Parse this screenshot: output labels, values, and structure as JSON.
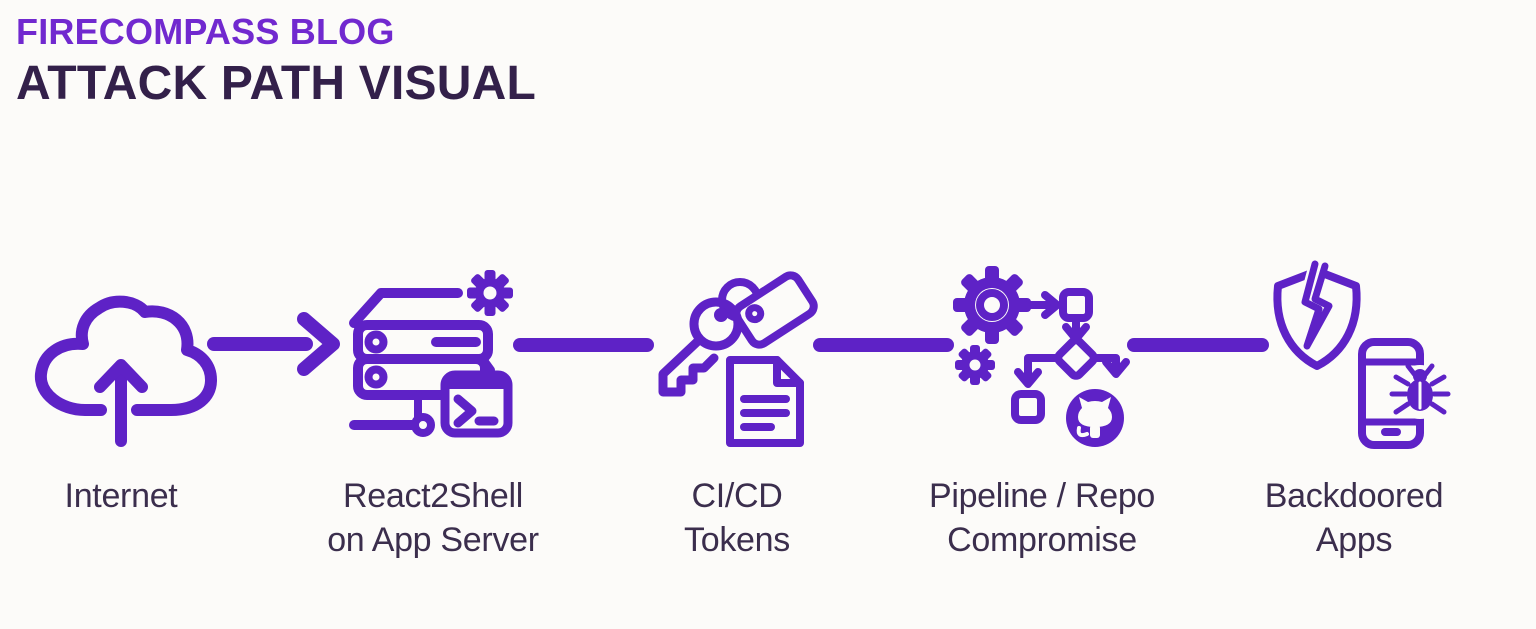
{
  "header": {
    "kicker": "FIRECOMPASS BLOG",
    "title": "ATTACK PATH VISUAL"
  },
  "stages": [
    {
      "label": "Internet",
      "icon": "cloud-upload-icon"
    },
    {
      "label": "React2Shell\non App Server",
      "icon": "server-shell-icon"
    },
    {
      "label": "CI/CD\nTokens",
      "icon": "key-tag-document-icon"
    },
    {
      "label": "Pipeline / Repo\nCompromise",
      "icon": "gears-pipeline-github-icon"
    },
    {
      "label": "Backdoored\nApps",
      "icon": "broken-shield-phone-bug-icon"
    }
  ],
  "connectors": [
    {
      "type": "arrow",
      "from": "Internet",
      "to": "React2Shell on App Server"
    },
    {
      "type": "line",
      "from": "React2Shell on App Server",
      "to": "CI/CD Tokens"
    },
    {
      "type": "line",
      "from": "CI/CD Tokens",
      "to": "Pipeline / Repo Compromise"
    },
    {
      "type": "line",
      "from": "Pipeline / Repo Compromise",
      "to": "Backdoored Apps"
    }
  ],
  "colors": {
    "accent": "#5E22C6",
    "kicker": "#7129CF",
    "title": "#33204A",
    "label": "#3B2E4D",
    "background": "#FCFBF9"
  }
}
